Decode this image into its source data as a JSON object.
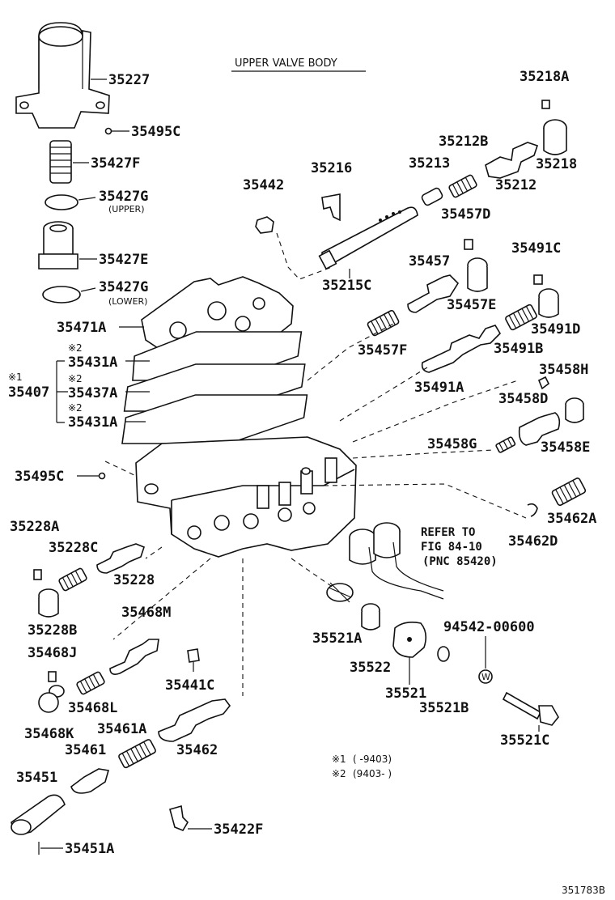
{
  "diagram": {
    "title": "UPPER VALVE BODY",
    "figure_code": "351783B",
    "parts": {
      "p35227": "35227",
      "p35495C_top": "35495C",
      "p35427F": "35427F",
      "p35427G_upper": "35427G",
      "upper_note": "(UPPER)",
      "p35427E": "35427E",
      "p35427G_lower": "35427G",
      "lower_note": "(LOWER)",
      "p35471A": "35471A",
      "mark2_a": "※2",
      "p35431A_top": "35431A",
      "mark1": "※1",
      "p35407": "35407",
      "mark2_b": "※2",
      "p35437A": "35437A",
      "mark2_c": "※2",
      "p35431A_bottom": "35431A",
      "p35495C_left": "35495C",
      "p35442": "35442",
      "p35216": "35216",
      "p35215C": "35215C",
      "p35213": "35213",
      "p35212B": "35212B",
      "p35218A": "35218A",
      "p35218": "35218",
      "p35212": "35212",
      "p35457D": "35457D",
      "p35457": "35457",
      "p35457E": "35457E",
      "p35457F": "35457F",
      "p35491C": "35491C",
      "p35491D": "35491D",
      "p35491B": "35491B",
      "p35491A": "35491A",
      "p35458H": "35458H",
      "p35458D": "35458D",
      "p35458E": "35458E",
      "p35458G": "35458G",
      "p35462A": "35462A",
      "p35462D": "35462D",
      "p35228A": "35228A",
      "p35228C": "35228C",
      "p35228": "35228",
      "p35228B": "35228B",
      "p35468M": "35468M",
      "p35468J": "35468J",
      "p35468L": "35468L",
      "p35468K": "35468K",
      "p35441C": "35441C",
      "p35461A": "35461A",
      "p35461": "35461",
      "p35462": "35462",
      "p35451": "35451",
      "p35451A": "35451A",
      "p35422F": "35422F",
      "p35521A": "35521A",
      "p35522": "35522",
      "p35521": "35521",
      "p94542": "94542-00600",
      "p35521B": "35521B",
      "p35521C": "35521C",
      "washer_mark": "W"
    },
    "refer_note": {
      "line1": "REFER TO",
      "line2": "FIG 84-10",
      "line3": "(PNC 85420)"
    },
    "footnotes": {
      "n1_mark": "※1",
      "n1_text": "(      -9403)",
      "n2_mark": "※2",
      "n2_text": "(9403-      )"
    }
  }
}
